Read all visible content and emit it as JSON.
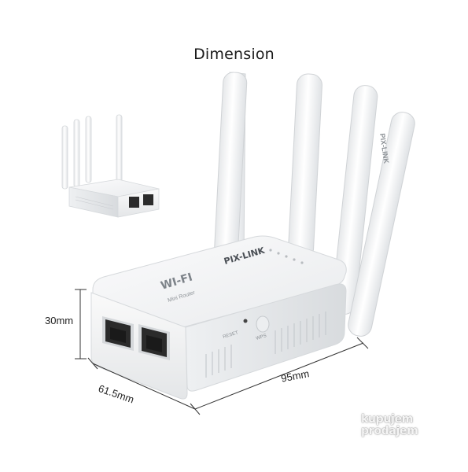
{
  "heading": "Dimension",
  "dimensions": {
    "height": "30mm",
    "depth": "61.5mm",
    "width": "95mm"
  },
  "device": {
    "brand": "PIX-LINK",
    "model": "WI-FI",
    "model_sub": "Mini Router",
    "reset_label": "RESET",
    "wps_label": "WPS"
  },
  "watermark": {
    "line1": "kupujem",
    "line2": "prodajem"
  },
  "colors": {
    "body": "#f4f5f6",
    "shadow": "#d9dcdf",
    "port": "#2b2b2b",
    "line": "#333333"
  }
}
